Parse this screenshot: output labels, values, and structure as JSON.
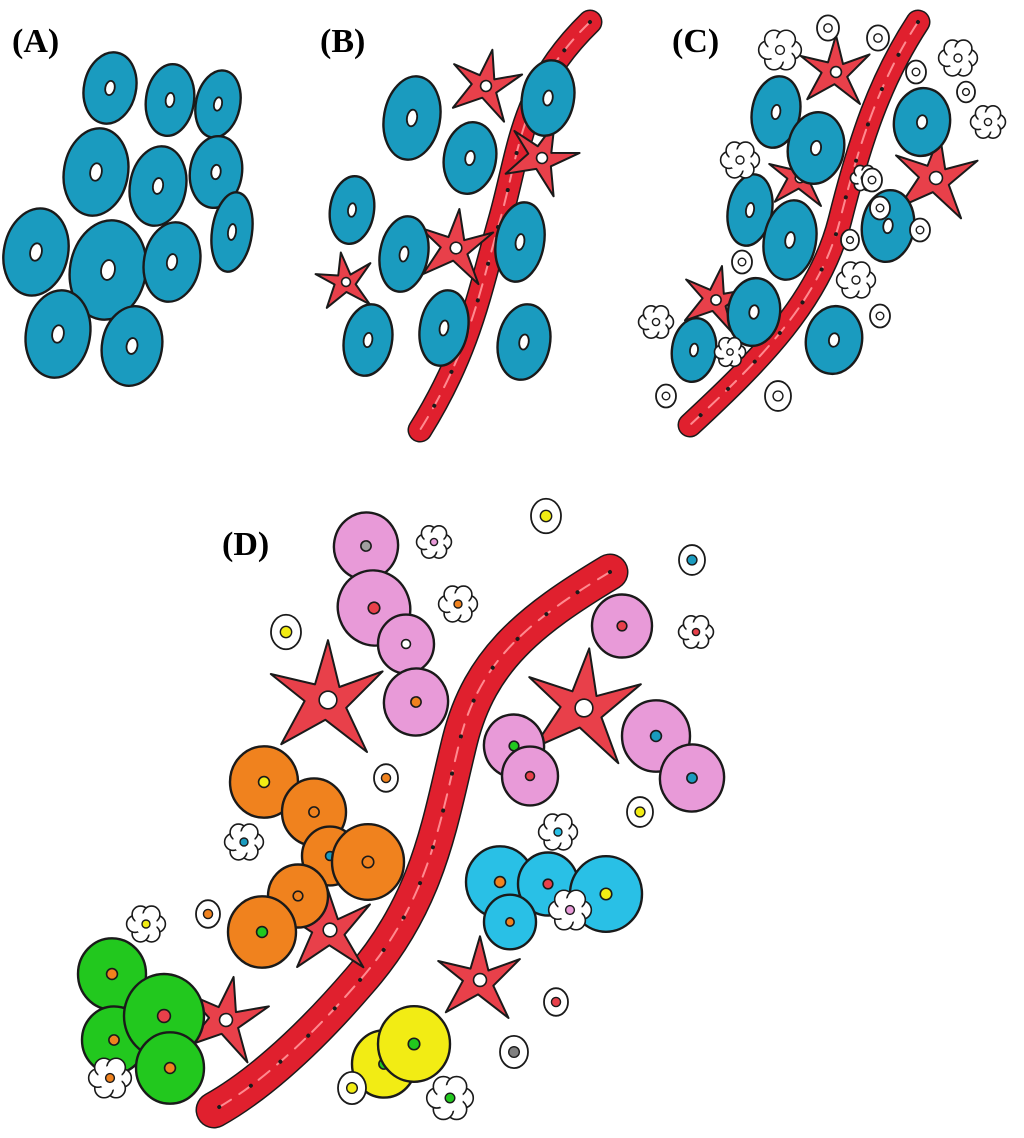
{
  "panels": [
    {
      "id": "A",
      "label": "(A)"
    },
    {
      "id": "B",
      "label": "(B)"
    },
    {
      "id": "C",
      "label": "(C)"
    },
    {
      "id": "D",
      "label": "(D)"
    }
  ],
  "colors": {
    "blue_cell": "#1a9bbf",
    "red_cell": "#e8404a",
    "vessel": "#e0202e",
    "pink_cell": "#e89ad8",
    "orange_cell": "#f0821e",
    "cyan_cell": "#29c0e6",
    "green_cell": "#22c81e",
    "yellow_cell": "#f2ec14",
    "white_cell": "#ffffff",
    "outline": "#1a1a1a"
  }
}
